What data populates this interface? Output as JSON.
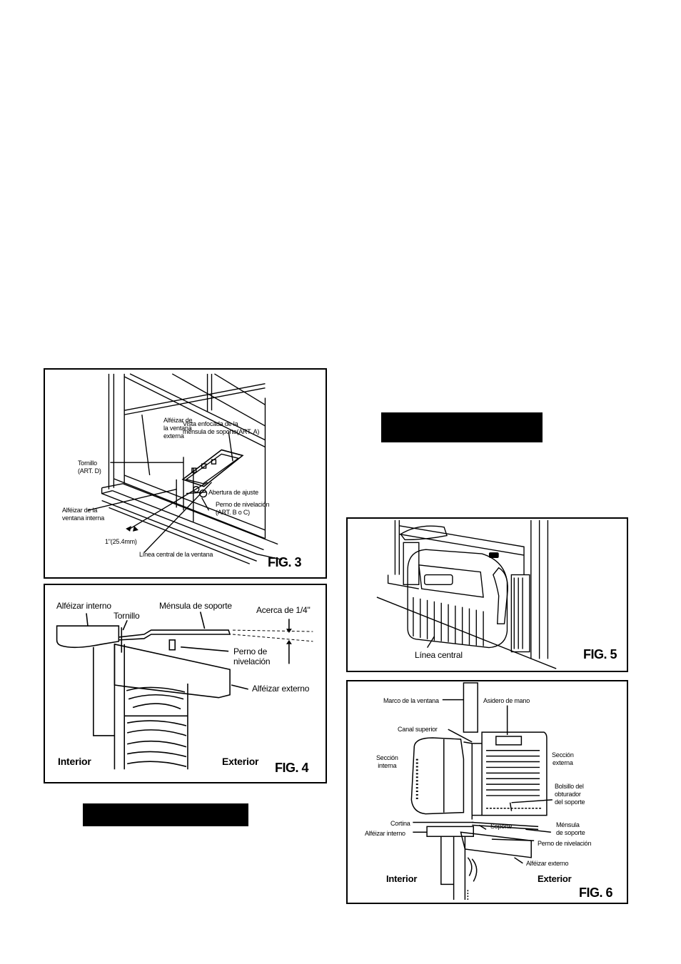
{
  "fig3": {
    "title": "FIG. 3",
    "labels": {
      "alfeizar_ext": "Alféizar de\nla ventana\nexterna",
      "vista": "Vista enfocada de la\nménsula de soporte(ART. A)",
      "tornillo": "Tornillo\n(ART. D)",
      "abertura": "Abertura de ajuste",
      "perno": "Perno de nivelación\n(ART. B o C)",
      "alfeizar_int": "Alféizar de la\nventana interna",
      "medida": "1\"(25.4mm)",
      "linea_central": "Línea central de la ventana"
    }
  },
  "fig4": {
    "title": "FIG. 4",
    "labels": {
      "alfeizar_interno": "Alféizar interno",
      "tornillo": "Tornillo",
      "mensula": "Ménsula de soporte",
      "acerca": "Acerca de 1/4\"",
      "perno": "Perno de\nnivelación",
      "alfeizar_externo": "Alféizar externo",
      "interior": "Interior",
      "exterior": "Exterior"
    }
  },
  "fig5": {
    "title": "FIG. 5",
    "labels": {
      "linea_central": "Línea central"
    }
  },
  "fig6": {
    "title": "FIG. 6",
    "labels": {
      "marco": "Marco de la ventana",
      "asidero": "Asidero de mano",
      "canal": "Canal superior",
      "seccion_interna": "Sección\ninterna",
      "seccion_externa": "Sección\nexterna",
      "bolsillo": "Bolsillo del\nobturador\ndel soporte",
      "cortina": "Cortina",
      "soporte": "Soporte",
      "mensula": "Ménsula\nde soporte",
      "alfeizar_interno": "Alféizar interno",
      "perno": "Perno de nivelación",
      "alfeizar_externo": "Alféizar externo",
      "interior": "Interior",
      "exterior": "Exterior"
    }
  },
  "colors": {
    "ink": "#000000",
    "paper": "#ffffff"
  }
}
